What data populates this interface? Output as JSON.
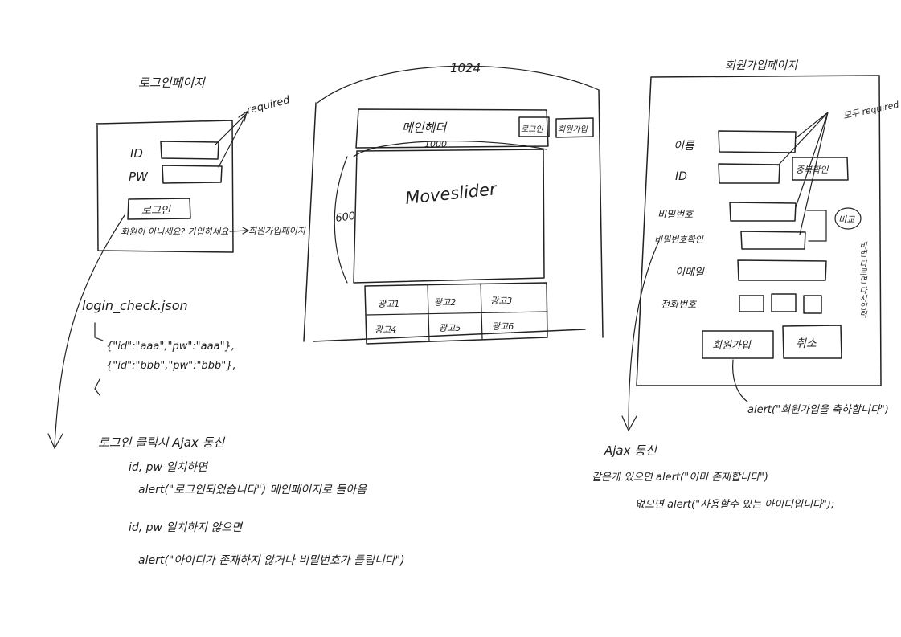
{
  "ink_color": "#222222",
  "login_page": {
    "title": "로그인페이지",
    "required_note": "required",
    "id_label": "ID",
    "pw_label": "PW",
    "login_button": "로그인",
    "signup_prompt": "회원이 아니세요? 가입하세요",
    "signup_target": "회원가입페이지"
  },
  "json_file": {
    "name": "login_check.json",
    "line1": "{\"id\":\"aaa\",\"pw\":\"aaa\"},",
    "line2": "{\"id\":\"bbb\",\"pw\":\"bbb\"},"
  },
  "login_notes": {
    "heading": "로그인 클릭시 Ajax 통신",
    "match": "id, pw 일치하면",
    "match_alert": "alert(\"로그인되었습니다\") 메인페이지로 돌아옴",
    "mismatch": "id, pw 일치하지 않으면",
    "mismatch_alert": "alert(\"아이디가 존재하지 않거나 비밀번호가 틀립니다\")"
  },
  "main_page": {
    "width_label": "1024",
    "header_label": "메인헤더",
    "header_width": "1000",
    "login_link": "로그인",
    "signup_link": "회원가입",
    "height_label": "600",
    "slider_label": "Moveslider",
    "banners": [
      "광고1",
      "광고2",
      "광고3",
      "광고4",
      "광고5",
      "광고6"
    ]
  },
  "signup_page": {
    "title": "회원가입페이지",
    "required_note": "모두 required",
    "fields": {
      "name": "이름",
      "id": "ID",
      "password": "비밀번호",
      "password_confirm": "비밀번호확인",
      "email": "이메일",
      "phone": "전화번호"
    },
    "check_button": "중복확인",
    "compare_note": "비교",
    "mismatch_note": "비번 다르면 다시입력",
    "submit_button": "회원가입",
    "cancel_button": "취소",
    "success_alert": "alert(\"회원가입을 축하합니다\")"
  },
  "signup_notes": {
    "heading": "Ajax 통신",
    "exists": "같은게 있으면 alert(\"이미 존재합니다\")",
    "available": "없으면 alert(\"사용할수 있는 아이디입니다\");"
  }
}
